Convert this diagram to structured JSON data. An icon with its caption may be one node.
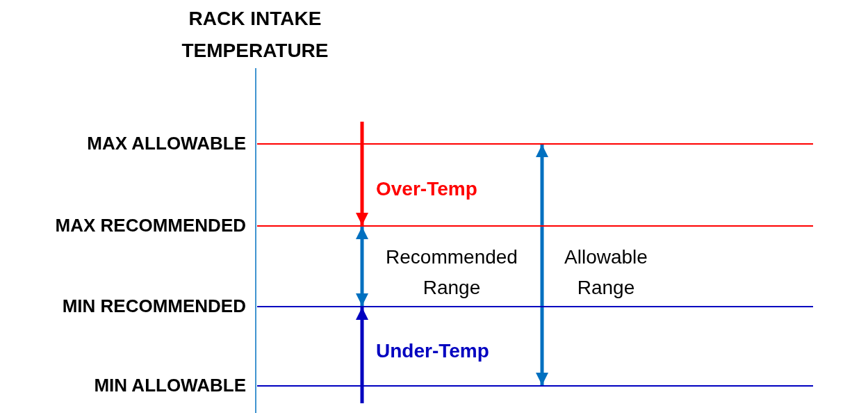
{
  "diagram": {
    "title": "RACK INTAKE TEMPERATURE",
    "nodes": [
      {
        "text": [],
        "shape": "line",
        "beside": [
          "MAX ALLOWABLE"
        ]
      },
      {
        "text": [],
        "shape": "line",
        "beside": [
          "MAX RECOMMENDED"
        ]
      },
      {
        "text": [],
        "shape": "line",
        "beside": [
          "MIN RECOMMENDED"
        ]
      },
      {
        "text": [],
        "shape": "line",
        "beside": [
          "MIN ALLOWABLE"
        ]
      }
    ],
    "edges": [
      {
        "from": null,
        "to": 1,
        "arrow": "to",
        "label": "Over-Temp",
        "color": "#ff0000"
      },
      {
        "from": 1,
        "to": 2,
        "arrow": "both",
        "label": "Recommended Range"
      },
      {
        "from": null,
        "to": 2,
        "arrow": "to",
        "label": "Under-Temp",
        "color": "#0000c0"
      },
      {
        "from": 0,
        "to": 3,
        "arrow": "both",
        "label": "Allowable Range"
      }
    ]
  }
}
